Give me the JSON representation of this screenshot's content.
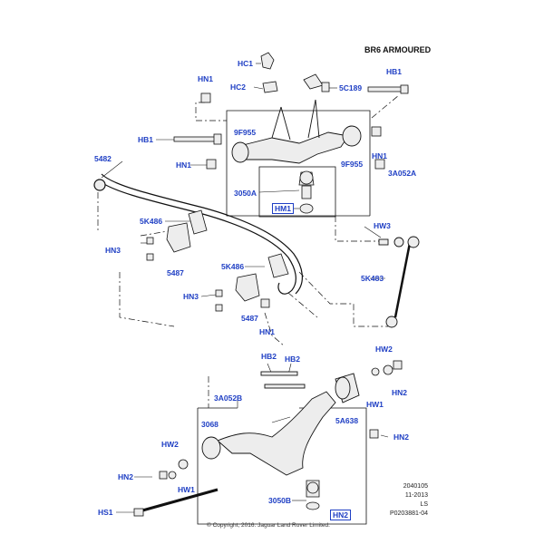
{
  "title": "BR6 ARMOURED",
  "colors": {
    "callout": "#1f3fc4",
    "line": "#111111",
    "part_fill": "#ededed"
  },
  "callouts": {
    "hc1": "HC1",
    "hc2": "HC2",
    "c189": "5C189",
    "hn1_top": "HN1",
    "hb1_top": "HB1",
    "hb1_left": "HB1",
    "f955_left": "9F955",
    "f955_right": "9F955",
    "hn1_right": "HN1",
    "hn1_left": "HN1",
    "a052a": "3A052A",
    "s5482": "5482",
    "a3050": "3050A",
    "hm1": "HM1",
    "k486_a": "5K486",
    "hn3_a": "HN3",
    "s5487_a": "5487",
    "hw3": "HW3",
    "k483": "5K483",
    "k486_b": "5K486",
    "hn3_b": "HN3",
    "s5487_b": "5487",
    "hn1_mid": "HN1",
    "hb2_left": "HB2",
    "hb2_right": "HB2",
    "hw2_right": "HW2",
    "a052b": "3A052B",
    "hn2_right_top": "HN2",
    "hw1_right": "HW1",
    "a638": "5A638",
    "s3068": "3068",
    "hn2_right_mid": "HN2",
    "hw2_left": "HW2",
    "hn2_left": "HN2",
    "hw1_left": "HW1",
    "b3050": "3050B",
    "hn2_bottom": "HN2",
    "hs1": "HS1"
  },
  "info": {
    "line1": "2040105",
    "line2": "11-2013",
    "line3": "LS",
    "line4": "P0203881-04"
  },
  "copyright": "© Copyright, 2016. Jaguar Land Rover Limited."
}
